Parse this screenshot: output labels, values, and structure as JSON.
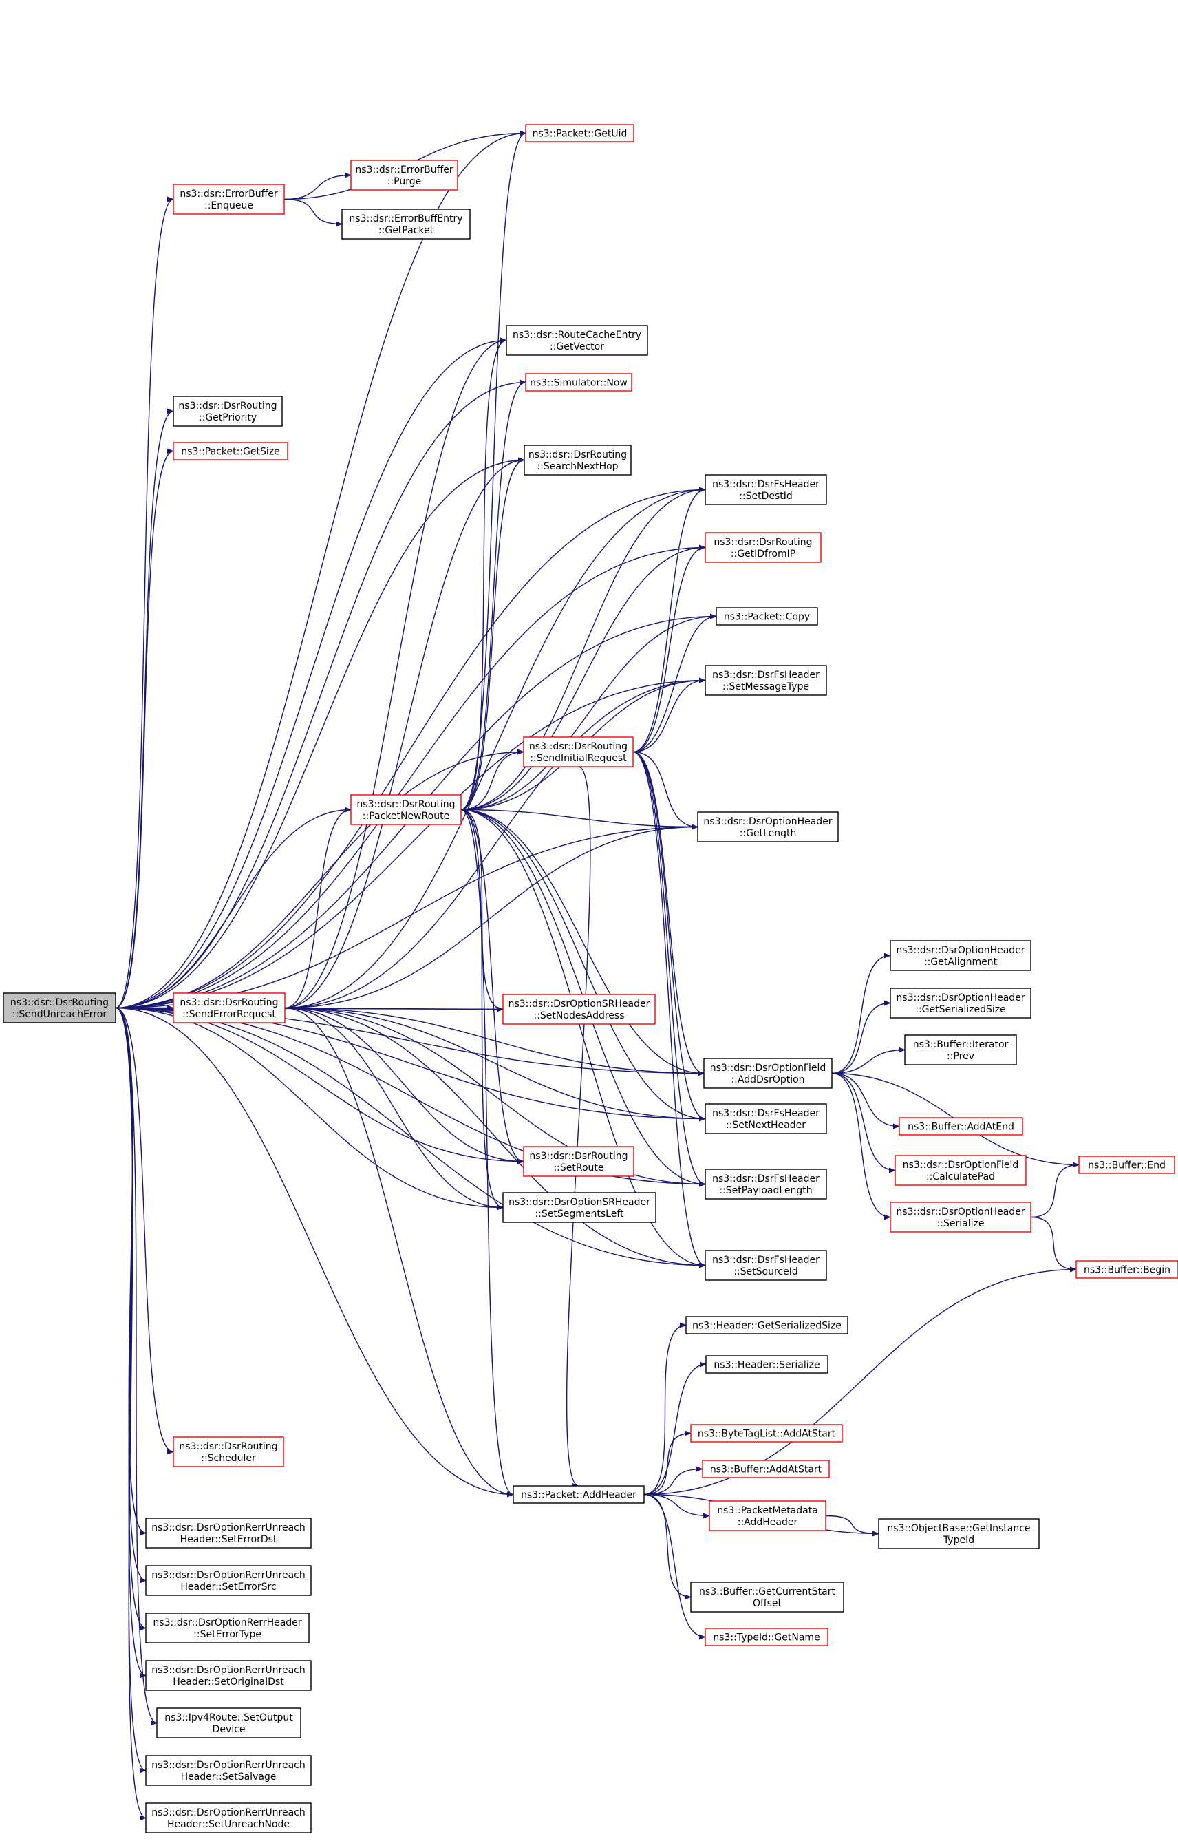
{
  "colors": {
    "edge": "#191970",
    "node_border_normal": "#000000",
    "node_border_red": "#ff0000",
    "root_fill": "#bfbfbf",
    "node_fill": "#ffffff"
  },
  "nodes": [
    {
      "id": "root",
      "lines": [
        "ns3::dsr::DsrRouting",
        "::SendUnreachError"
      ],
      "style": "root"
    },
    {
      "id": "eb_enqueue",
      "lines": [
        "ns3::dsr::ErrorBuffer",
        "::Enqueue"
      ],
      "style": "red"
    },
    {
      "id": "getpriority",
      "lines": [
        "ns3::dsr::DsrRouting",
        "::GetPriority"
      ],
      "style": "normal"
    },
    {
      "id": "getsize",
      "lines": [
        "ns3::Packet::GetSize"
      ],
      "style": "red"
    },
    {
      "id": "senderrreq",
      "lines": [
        "ns3::dsr::DsrRouting",
        "::SendErrorRequest"
      ],
      "style": "red"
    },
    {
      "id": "scheduler",
      "lines": [
        "ns3::dsr::DsrRouting",
        "::Scheduler"
      ],
      "style": "red"
    },
    {
      "id": "seterrordst",
      "lines": [
        "ns3::dsr::DsrOptionRerrUnreach",
        "Header::SetErrorDst"
      ],
      "style": "normal"
    },
    {
      "id": "seterrorsrc",
      "lines": [
        "ns3::dsr::DsrOptionRerrUnreach",
        "Header::SetErrorSrc"
      ],
      "style": "normal"
    },
    {
      "id": "seterrortype",
      "lines": [
        "ns3::dsr::DsrOptionRerrHeader",
        "::SetErrorType"
      ],
      "style": "normal"
    },
    {
      "id": "setoriginaldst",
      "lines": [
        "ns3::dsr::DsrOptionRerrUnreach",
        "Header::SetOriginalDst"
      ],
      "style": "normal"
    },
    {
      "id": "setoutputdevice",
      "lines": [
        "ns3::Ipv4Route::SetOutput",
        "Device"
      ],
      "style": "normal"
    },
    {
      "id": "setsalvage",
      "lines": [
        "ns3::dsr::DsrOptionRerrUnreach",
        "Header::SetSalvage"
      ],
      "style": "normal"
    },
    {
      "id": "setunreachnode",
      "lines": [
        "ns3::dsr::DsrOptionRerrUnreach",
        "Header::SetUnreachNode"
      ],
      "style": "normal"
    },
    {
      "id": "packetnewroute",
      "lines": [
        "ns3::dsr::DsrRouting",
        "::PacketNewRoute"
      ],
      "style": "red"
    },
    {
      "id": "getuid",
      "lines": [
        "ns3::Packet::GetUid"
      ],
      "style": "red"
    },
    {
      "id": "eb_purge",
      "lines": [
        "ns3::dsr::ErrorBuffer",
        "::Purge"
      ],
      "style": "red"
    },
    {
      "id": "ebe_getpacket",
      "lines": [
        "ns3::dsr::ErrorBuffEntry",
        "::GetPacket"
      ],
      "style": "normal"
    },
    {
      "id": "rce_getvector",
      "lines": [
        "ns3::dsr::RouteCacheEntry",
        "::GetVector"
      ],
      "style": "normal"
    },
    {
      "id": "sim_now",
      "lines": [
        "ns3::Simulator::Now"
      ],
      "style": "red"
    },
    {
      "id": "searchnexthop",
      "lines": [
        "ns3::dsr::DsrRouting",
        "::SearchNextHop"
      ],
      "style": "normal"
    },
    {
      "id": "sendinitialreq",
      "lines": [
        "ns3::dsr::DsrRouting",
        "::SendInitialRequest"
      ],
      "style": "red"
    },
    {
      "id": "setnodesaddress",
      "lines": [
        "ns3::dsr::DsrOptionSRHeader",
        "::SetNodesAddress"
      ],
      "style": "red"
    },
    {
      "id": "setroute",
      "lines": [
        "ns3::dsr::DsrRouting",
        "::SetRoute"
      ],
      "style": "red"
    },
    {
      "id": "setsegmentsleft",
      "lines": [
        "ns3::dsr::DsrOptionSRHeader",
        "::SetSegmentsLeft"
      ],
      "style": "normal"
    },
    {
      "id": "addheader",
      "lines": [
        "ns3::Packet::AddHeader"
      ],
      "style": "normal"
    },
    {
      "id": "setdestid",
      "lines": [
        "ns3::dsr::DsrFsHeader",
        "::SetDestId"
      ],
      "style": "normal"
    },
    {
      "id": "getidfromip",
      "lines": [
        "ns3::dsr::DsrRouting",
        "::GetIDfromIP"
      ],
      "style": "red"
    },
    {
      "id": "packet_copy",
      "lines": [
        "ns3::Packet::Copy"
      ],
      "style": "normal"
    },
    {
      "id": "setmessagetype",
      "lines": [
        "ns3::dsr::DsrFsHeader",
        "::SetMessageType"
      ],
      "style": "normal"
    },
    {
      "id": "getlength",
      "lines": [
        "ns3::dsr::DsrOptionHeader",
        "::GetLength"
      ],
      "style": "normal"
    },
    {
      "id": "adddsroption",
      "lines": [
        "ns3::dsr::DsrOptionField",
        "::AddDsrOption"
      ],
      "style": "normal"
    },
    {
      "id": "setnextheader",
      "lines": [
        "ns3::dsr::DsrFsHeader",
        "::SetNextHeader"
      ],
      "style": "normal"
    },
    {
      "id": "setpayloadlength",
      "lines": [
        "ns3::dsr::DsrFsHeader",
        "::SetPayloadLength"
      ],
      "style": "normal"
    },
    {
      "id": "setsourceid",
      "lines": [
        "ns3::dsr::DsrFsHeader",
        "::SetSourceId"
      ],
      "style": "normal"
    },
    {
      "id": "hdr_getserializedsize",
      "lines": [
        "ns3::Header::GetSerializedSize"
      ],
      "style": "normal"
    },
    {
      "id": "hdr_serialize",
      "lines": [
        "ns3::Header::Serialize"
      ],
      "style": "normal"
    },
    {
      "id": "btl_addatstart",
      "lines": [
        "ns3::ByteTagList::AddAtStart"
      ],
      "style": "red"
    },
    {
      "id": "buf_addatstart",
      "lines": [
        "ns3::Buffer::AddAtStart"
      ],
      "style": "red"
    },
    {
      "id": "pm_addheader",
      "lines": [
        "ns3::PacketMetadata",
        "::AddHeader"
      ],
      "style": "red"
    },
    {
      "id": "buf_getcurrentstartoffset",
      "lines": [
        "ns3::Buffer::GetCurrentStart",
        "Offset"
      ],
      "style": "normal"
    },
    {
      "id": "typeid_getname",
      "lines": [
        "ns3::TypeId::GetName"
      ],
      "style": "red"
    },
    {
      "id": "oh_getalignment",
      "lines": [
        "ns3::dsr::DsrOptionHeader",
        "::GetAlignment"
      ],
      "style": "normal"
    },
    {
      "id": "oh_getserializedsize",
      "lines": [
        "ns3::dsr::DsrOptionHeader",
        "::GetSerializedSize"
      ],
      "style": "normal"
    },
    {
      "id": "bufit_prev",
      "lines": [
        "ns3::Buffer::Iterator",
        "::Prev"
      ],
      "style": "normal"
    },
    {
      "id": "buf_addatend",
      "lines": [
        "ns3::Buffer::AddAtEnd"
      ],
      "style": "red"
    },
    {
      "id": "of_calculatepad",
      "lines": [
        "ns3::dsr::DsrOptionField",
        "::CalculatePad"
      ],
      "style": "red"
    },
    {
      "id": "oh_serialize",
      "lines": [
        "ns3::dsr::DsrOptionHeader",
        "::Serialize"
      ],
      "style": "red"
    },
    {
      "id": "buf_end",
      "lines": [
        "ns3::Buffer::End"
      ],
      "style": "red"
    },
    {
      "id": "buf_begin",
      "lines": [
        "ns3::Buffer::Begin"
      ],
      "style": "red"
    },
    {
      "id": "ob_getinstancetypeid",
      "lines": [
        "ns3::ObjectBase::GetInstance",
        "TypeId"
      ],
      "style": "normal"
    }
  ],
  "edges": [
    [
      "root",
      "getuid"
    ],
    [
      "root",
      "eb_enqueue"
    ],
    [
      "root",
      "rce_getvector"
    ],
    [
      "root",
      "sim_now"
    ],
    [
      "root",
      "getpriority"
    ],
    [
      "root",
      "getsize"
    ],
    [
      "root",
      "searchnexthop"
    ],
    [
      "root",
      "setdestid"
    ],
    [
      "root",
      "getidfromip"
    ],
    [
      "root",
      "packet_copy"
    ],
    [
      "root",
      "setmessagetype"
    ],
    [
      "root",
      "sendinitialreq"
    ],
    [
      "root",
      "packetnewroute"
    ],
    [
      "root",
      "getlength"
    ],
    [
      "root",
      "senderrreq"
    ],
    [
      "root",
      "setnodesaddress"
    ],
    [
      "root",
      "adddsroption"
    ],
    [
      "root",
      "setnextheader"
    ],
    [
      "root",
      "setroute"
    ],
    [
      "root",
      "setsegmentsleft"
    ],
    [
      "root",
      "setpayloadlength"
    ],
    [
      "root",
      "setsourceid"
    ],
    [
      "root",
      "scheduler"
    ],
    [
      "root",
      "addheader"
    ],
    [
      "root",
      "seterrordst"
    ],
    [
      "root",
      "seterrorsrc"
    ],
    [
      "root",
      "seterrortype"
    ],
    [
      "root",
      "setoriginaldst"
    ],
    [
      "root",
      "setoutputdevice"
    ],
    [
      "root",
      "setsalvage"
    ],
    [
      "root",
      "setunreachnode"
    ],
    [
      "eb_enqueue",
      "getuid"
    ],
    [
      "eb_enqueue",
      "eb_purge"
    ],
    [
      "eb_enqueue",
      "ebe_getpacket"
    ],
    [
      "senderrreq",
      "rce_getvector"
    ],
    [
      "senderrreq",
      "searchnexthop"
    ],
    [
      "senderrreq",
      "packetnewroute"
    ],
    [
      "senderrreq",
      "setnodesaddress"
    ],
    [
      "senderrreq",
      "getlength"
    ],
    [
      "senderrreq",
      "adddsroption"
    ],
    [
      "senderrreq",
      "setnextheader"
    ],
    [
      "senderrreq",
      "setroute"
    ],
    [
      "senderrreq",
      "setsegmentsleft"
    ],
    [
      "senderrreq",
      "setpayloadlength"
    ],
    [
      "senderrreq",
      "setsourceid"
    ],
    [
      "senderrreq",
      "setdestid"
    ],
    [
      "senderrreq",
      "setmessagetype"
    ],
    [
      "senderrreq",
      "addheader"
    ],
    [
      "packetnewroute",
      "getuid"
    ],
    [
      "packetnewroute",
      "rce_getvector"
    ],
    [
      "packetnewroute",
      "sim_now"
    ],
    [
      "packetnewroute",
      "searchnexthop"
    ],
    [
      "packetnewroute",
      "setdestid"
    ],
    [
      "packetnewroute",
      "getidfromip"
    ],
    [
      "packetnewroute",
      "packet_copy"
    ],
    [
      "packetnewroute",
      "setmessagetype"
    ],
    [
      "packetnewroute",
      "sendinitialreq"
    ],
    [
      "packetnewroute",
      "getlength"
    ],
    [
      "packetnewroute",
      "adddsroption"
    ],
    [
      "packetnewroute",
      "setnodesaddress"
    ],
    [
      "packetnewroute",
      "setnextheader"
    ],
    [
      "packetnewroute",
      "setroute"
    ],
    [
      "packetnewroute",
      "setsegmentsleft"
    ],
    [
      "packetnewroute",
      "setpayloadlength"
    ],
    [
      "packetnewroute",
      "setsourceid"
    ],
    [
      "packetnewroute",
      "addheader"
    ],
    [
      "sendinitialreq",
      "setdestid"
    ],
    [
      "sendinitialreq",
      "getidfromip"
    ],
    [
      "sendinitialreq",
      "packet_copy"
    ],
    [
      "sendinitialreq",
      "setmessagetype"
    ],
    [
      "sendinitialreq",
      "getlength"
    ],
    [
      "sendinitialreq",
      "adddsroption"
    ],
    [
      "sendinitialreq",
      "setnextheader"
    ],
    [
      "sendinitialreq",
      "setpayloadlength"
    ],
    [
      "sendinitialreq",
      "setsourceid"
    ],
    [
      "sendinitialreq",
      "addheader"
    ],
    [
      "adddsroption",
      "oh_getalignment"
    ],
    [
      "adddsroption",
      "oh_getserializedsize"
    ],
    [
      "adddsroption",
      "bufit_prev"
    ],
    [
      "adddsroption",
      "buf_addatend"
    ],
    [
      "adddsroption",
      "of_calculatepad"
    ],
    [
      "adddsroption",
      "oh_serialize"
    ],
    [
      "adddsroption",
      "buf_end"
    ],
    [
      "oh_serialize",
      "buf_end"
    ],
    [
      "oh_serialize",
      "buf_begin"
    ],
    [
      "addheader",
      "hdr_getserializedsize"
    ],
    [
      "addheader",
      "hdr_serialize"
    ],
    [
      "addheader",
      "btl_addatstart"
    ],
    [
      "addheader",
      "buf_addatstart"
    ],
    [
      "addheader",
      "pm_addheader"
    ],
    [
      "addheader",
      "ob_getinstancetypeid"
    ],
    [
      "addheader",
      "buf_getcurrentstartoffset"
    ],
    [
      "addheader",
      "typeid_getname"
    ],
    [
      "addheader",
      "buf_begin"
    ],
    [
      "pm_addheader",
      "ob_getinstancetypeid"
    ]
  ]
}
